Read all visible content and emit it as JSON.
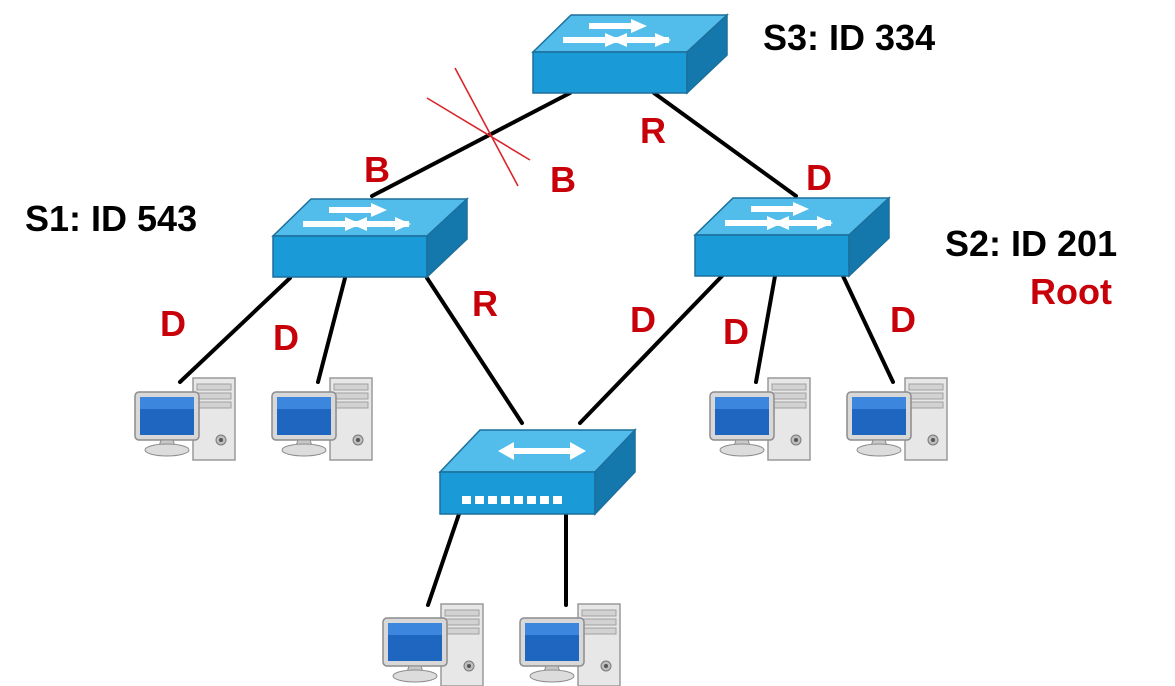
{
  "switches": {
    "s3": {
      "label": "S3: ID 334"
    },
    "s1": {
      "label": "S1: ID 543"
    },
    "s2": {
      "label": "S2: ID 201",
      "role": "Root"
    }
  },
  "ports": {
    "s1_to_s3": "B",
    "s3_to_s1": "B",
    "s3_to_s2": "R",
    "s2_to_s3": "D",
    "s1_pc1": "D",
    "s1_pc2": "D",
    "s1_to_hub": "R",
    "s2_to_hub": "D",
    "s2_pc1": "D",
    "s2_pc2": "D"
  },
  "colors": {
    "port_label": "#c8000a",
    "switch_face": "#1a9ad6",
    "switch_top": "#52bdea",
    "blocked_mark": "#d9262b",
    "link": "#000000"
  },
  "icons": [
    "switch-icon",
    "hub-icon",
    "computer-icon"
  ]
}
